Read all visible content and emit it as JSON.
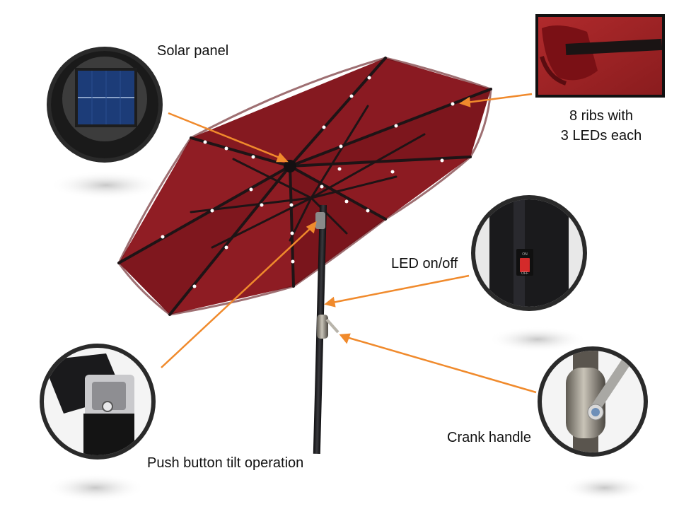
{
  "callouts": {
    "solar_panel": "Solar panel",
    "ribs_line1": "8 ribs with",
    "ribs_line2": "3 LEDs each",
    "led_switch": "LED on/off",
    "crank_handle": "Crank handle",
    "tilt": "Push button tilt operation"
  },
  "switch_marks": {
    "on": "ON",
    "off": "OFF"
  },
  "colors": {
    "canopy": "#8c1a22",
    "canopy_dark": "#6e1218",
    "rib": "#1e1416",
    "pole": "#1c1c1e",
    "callout_arrow": "#f08a2c",
    "inset_ring": "#2a2a2a",
    "led": "#ffffff",
    "solar_cell": "#1c3c78"
  },
  "icons": [
    "solar-panel-photo",
    "rib-closeup-photo",
    "led-switch-photo",
    "crank-handle-photo",
    "tilt-button-photo"
  ]
}
